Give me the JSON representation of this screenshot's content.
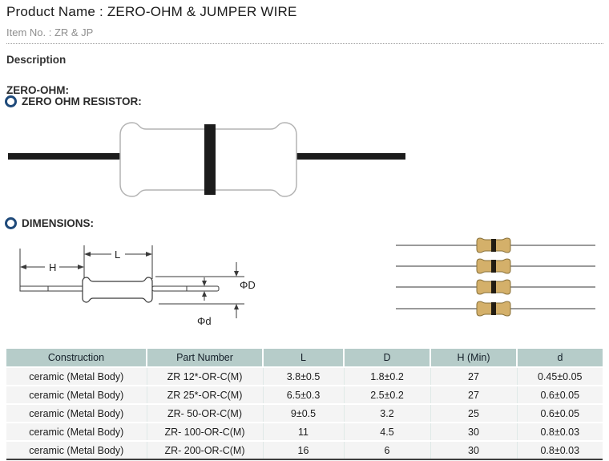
{
  "page": {
    "title": "Product Name : ZERO-OHM & JUMPER WIRE",
    "item_no": "Item No. : ZR & JP",
    "section_label": "Description"
  },
  "sections": {
    "zero_ohm": "ZERO-OHM:",
    "zero_ohm_resistor": "ZERO OHM RESISTOR:",
    "dimensions": "DIMENSIONS:"
  },
  "diagram_labels": {
    "H": "H",
    "L": "L",
    "phi_D": "ΦD",
    "phi_d": "Φd"
  },
  "table": {
    "columns": [
      "Construction",
      "Part Number",
      "L",
      "D",
      "H (Min)",
      "d"
    ],
    "rows": [
      [
        "ceramic (Metal Body)",
        "ZR 12*-OR-C(M)",
        "3.8±0.5",
        "1.8±0.2",
        "27",
        "0.45±0.05"
      ],
      [
        "ceramic (Metal Body)",
        "ZR 25*-OR-C(M)",
        "6.5±0.3",
        "2.5±0.2",
        "27",
        "0.6±0.05"
      ],
      [
        "ceramic (Metal Body)",
        "ZR- 50-OR-C(M)",
        "9±0.5",
        "3.2",
        "25",
        "0.6±0.05"
      ],
      [
        "ceramic (Metal Body)",
        "ZR- 100-OR-C(M)",
        "11",
        "4.5",
        "30",
        "0.8±0.03"
      ],
      [
        "ceramic (Metal Body)",
        "ZR- 200-OR-C(M)",
        "16",
        "6",
        "30",
        "0.8±0.03"
      ]
    ]
  },
  "colors": {
    "bullet_ring": "#1f4a7a",
    "table_header_bg": "#b6ccc9",
    "resistor_body_tan": "#d4b06a",
    "band_black": "#1c1c1c"
  }
}
